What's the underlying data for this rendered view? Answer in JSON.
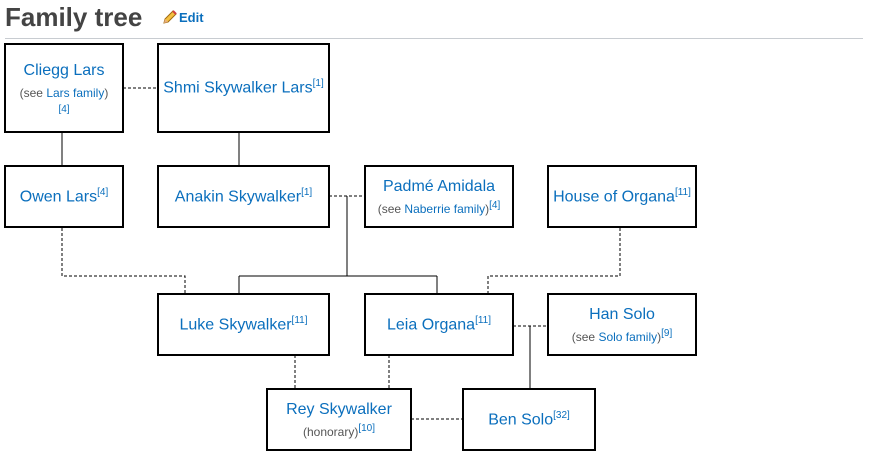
{
  "section": {
    "title": "Family tree",
    "edit_label": "Edit"
  },
  "nodes": {
    "cliegg": {
      "name": "Cliegg Lars",
      "sub_prefix": "(see ",
      "sub_link": "Lars family",
      "sub_suffix": ")",
      "ref": "[4]"
    },
    "shmi": {
      "name": "Shmi Skywalker Lars",
      "ref": "[1]"
    },
    "owen": {
      "name": "Owen Lars",
      "ref": "[4]"
    },
    "anakin": {
      "name": "Anakin Skywalker",
      "ref": "[1]"
    },
    "padme": {
      "name": "Padmé Amidala",
      "sub_prefix": "(see ",
      "sub_link": "Naberrie family",
      "sub_suffix": ")",
      "ref": "[4]"
    },
    "organa": {
      "name": "House of Organa",
      "ref": "[11]"
    },
    "luke": {
      "name": "Luke Skywalker",
      "ref": "[11]"
    },
    "leia": {
      "name": "Leia Organa",
      "ref": "[11]"
    },
    "han": {
      "name": "Han Solo",
      "sub_prefix": "(see ",
      "sub_link": "Solo family",
      "sub_suffix": ")",
      "ref": "[9]"
    },
    "rey": {
      "name": "Rey Skywalker",
      "sub_text": "(honorary)",
      "ref": "[10]"
    },
    "ben": {
      "name": "Ben Solo",
      "ref": "[32]"
    }
  }
}
